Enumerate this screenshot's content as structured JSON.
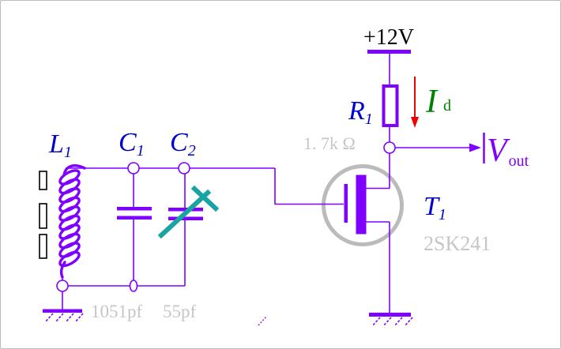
{
  "colors": {
    "wire": "#7F00FF",
    "label_blue": "#0000D0",
    "value_gray": "#C6C6CA",
    "current_green": "#008000",
    "arrow_red": "#EE0000",
    "variable_teal": "#1AA3A3",
    "transistor_gray": "#BBBBBB",
    "text_black": "#000000"
  },
  "components": {
    "supply": {
      "label": "+12V"
    },
    "inductor": {
      "name": "L",
      "sub": "1"
    },
    "cap1": {
      "name": "C",
      "sub": "1",
      "value": "1051pf"
    },
    "cap2": {
      "name": "C",
      "sub": "2",
      "value": "55pf"
    },
    "resistor": {
      "name": "R",
      "sub": "1",
      "value": "1. 7k Ω"
    },
    "transistor": {
      "name": "T",
      "sub": "1",
      "part_number": "2SK241"
    },
    "drain_current": {
      "name": "I",
      "sub": "d"
    },
    "output": {
      "name": "V",
      "sub": "out"
    }
  }
}
